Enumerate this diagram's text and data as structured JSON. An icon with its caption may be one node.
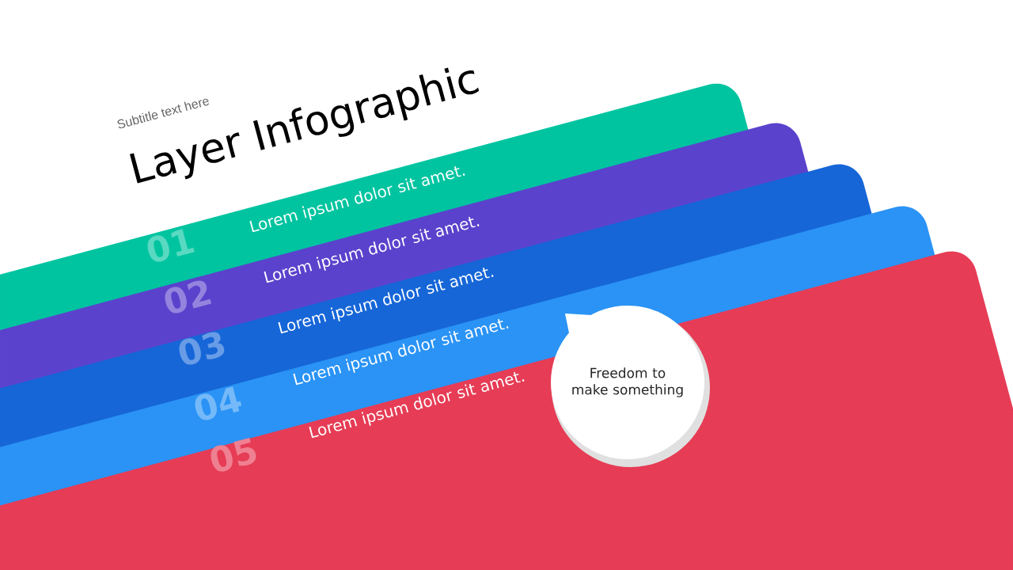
{
  "diagram": {
    "title": "Layer Infographic",
    "nodes": [
      {
        "text": [
          "01",
          "Lorem ipsum dolor sit amet."
        ]
      },
      {
        "text": [
          "02",
          "Lorem ipsum dolor sit amet."
        ]
      },
      {
        "text": [
          "03",
          "Lorem ipsum dolor sit amet."
        ]
      },
      {
        "text": [
          "04",
          "Lorem ipsum dolor sit amet."
        ]
      },
      {
        "text": [
          "05",
          "Lorem ipsum dolor sit amet."
        ]
      },
      {
        "text": [
          "Freedom to make something"
        ]
      }
    ],
    "labels": [
      "Subtitle text here"
    ]
  }
}
